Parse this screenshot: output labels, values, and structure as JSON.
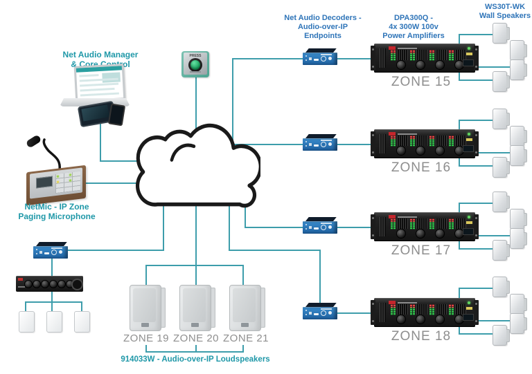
{
  "colors": {
    "connection_line": "#3d9dab",
    "label_blue": "#2e74b8",
    "label_teal": "#1f98a8",
    "zone_label_gray": "#8e8e8e"
  },
  "labels": {
    "manager_line1": "Net Audio Manager",
    "manager_line2": "& Core Control",
    "netmic_line1": "NetMic - IP Zone",
    "netmic_line2": "Paging Microphone",
    "decoders_line1": "Net Audio Decoders -",
    "decoders_line2": "Audio-over-IP",
    "decoders_line3": "Endpoints",
    "amplifiers_line1": "DPA300Q -",
    "amplifiers_line2": "4x 300W 100v",
    "amplifiers_line3": "Power Amplifiers",
    "wall_speakers_line1": "WS30T-WK",
    "wall_speakers_line2": "Wall Speakers",
    "loudspeakers": "914033W - Audio-over-IP Loudspeakers",
    "press_button": "PRESS"
  },
  "zones_right": [
    {
      "name": "ZONE 15"
    },
    {
      "name": "ZONE 16"
    },
    {
      "name": "ZONE 17"
    },
    {
      "name": "ZONE 18"
    }
  ],
  "zones_bottom": [
    {
      "name": "ZONE 19"
    },
    {
      "name": "ZONE 20"
    },
    {
      "name": "ZONE 21"
    }
  ]
}
